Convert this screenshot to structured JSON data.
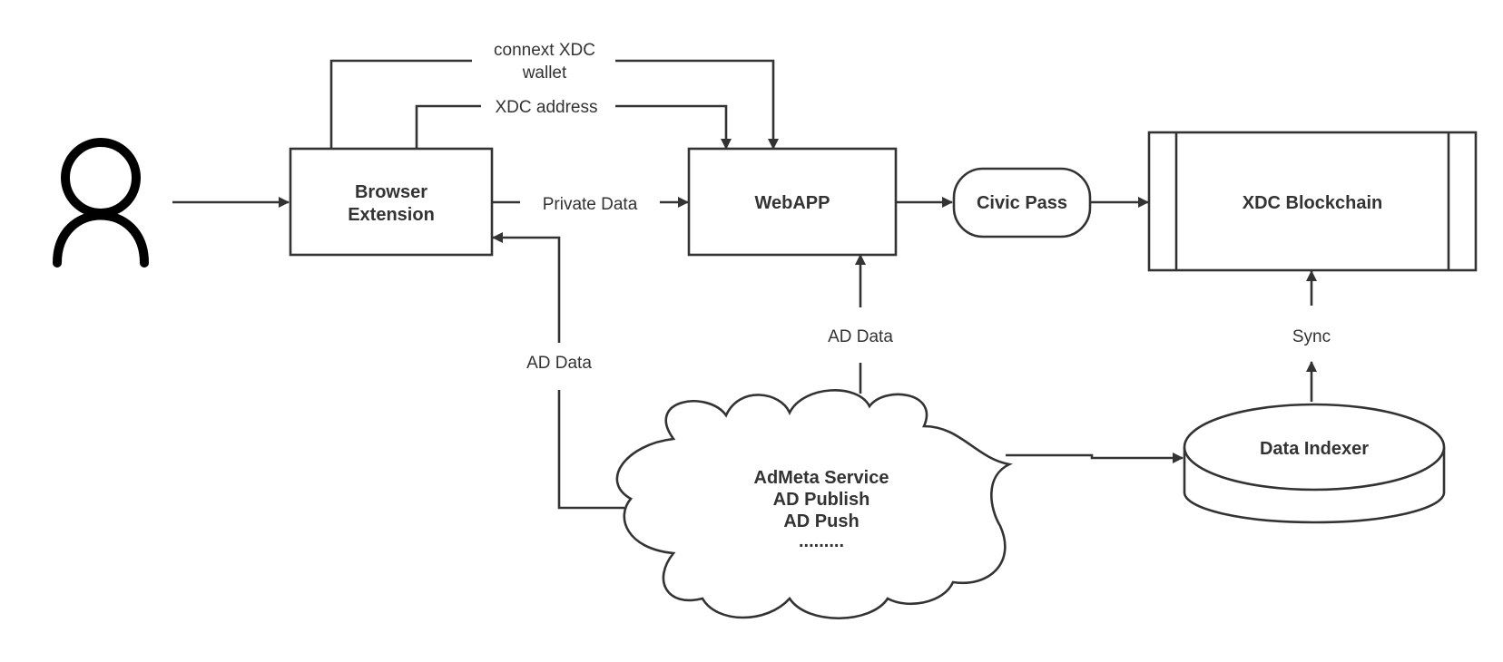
{
  "nodes": {
    "browser_extension": [
      "Browser",
      "Extension"
    ],
    "webapp": "WebAPP",
    "civic_pass": "Civic Pass",
    "xdc_blockchain": "XDC Blockchain",
    "admeta_service": [
      "AdMeta Service",
      "AD Publish",
      "AD Push",
      "........."
    ],
    "data_indexer": "Data Indexer"
  },
  "edges": {
    "connect_wallet": [
      "connext XDC",
      "wallet"
    ],
    "xdc_address": "XDC address",
    "private_data": "Private Data",
    "ad_data_extension": "AD Data",
    "ad_data_webapp": "AD Data",
    "sync": "Sync"
  },
  "icons": {
    "user": "user-icon"
  },
  "colors": {
    "stroke": "#333333",
    "background": "#ffffff"
  }
}
